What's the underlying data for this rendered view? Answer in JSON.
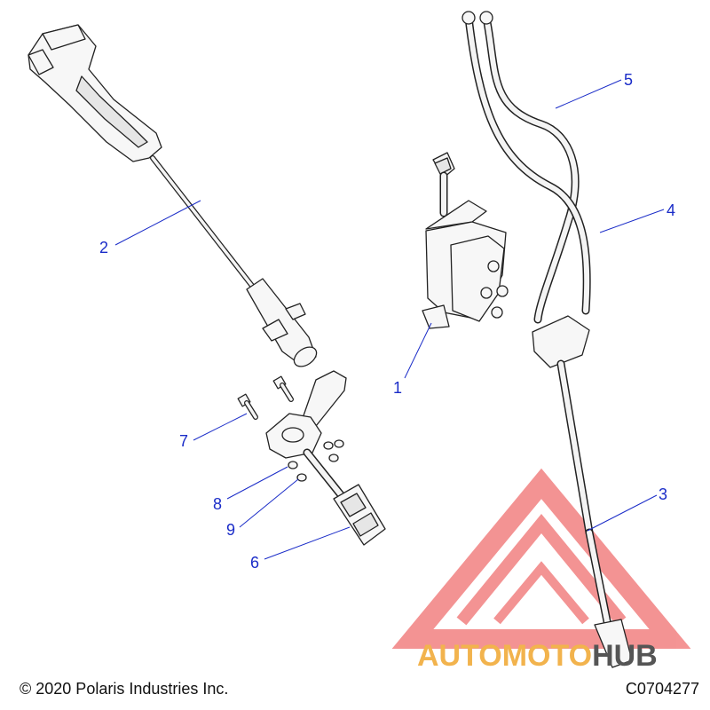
{
  "callouts": [
    {
      "id": "1",
      "label": "1"
    },
    {
      "id": "2",
      "label": "2"
    },
    {
      "id": "3",
      "label": "3"
    },
    {
      "id": "4",
      "label": "4"
    },
    {
      "id": "5",
      "label": "5"
    },
    {
      "id": "6",
      "label": "6"
    },
    {
      "id": "7",
      "label": "7"
    },
    {
      "id": "8",
      "label": "8"
    },
    {
      "id": "9",
      "label": "9"
    }
  ],
  "watermark": {
    "word_part1": "AUTOMOTO",
    "word_part2": "HUB",
    "color_primary": "#f07070",
    "color_accent": "#f2b34d",
    "color_dark": "#555555"
  },
  "footer": {
    "copyright": "© 2020 Polaris Industries Inc.",
    "part_code": "C0704277"
  },
  "colors": {
    "callout_blue": "#1a2cc8",
    "line_art": "#222222"
  }
}
